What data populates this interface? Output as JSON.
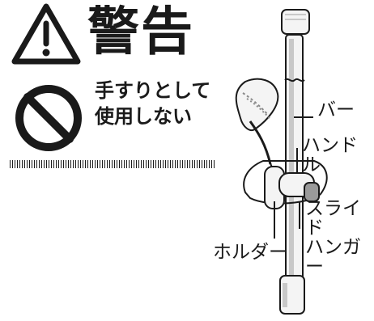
{
  "warning": {
    "title": "警告",
    "icon": "warning-triangle-icon"
  },
  "prohibition": {
    "icon": "prohibition-icon",
    "text": "手すりとして\n使用しない"
  },
  "labels": {
    "bar": "バー",
    "handle": "ハンドル",
    "slide_hanger": "スライド\nハンガー",
    "holder": "ホルダー"
  },
  "colors": {
    "ink": "#1a1a1a",
    "bar_fill": "#f4f4f4",
    "bar_shadow": "#c8c8c8",
    "detail_gray": "#8a8a8a"
  }
}
